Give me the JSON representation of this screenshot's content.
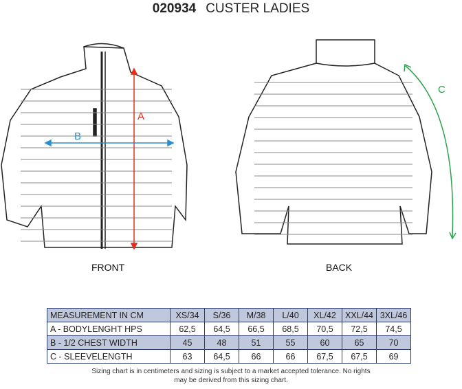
{
  "title": {
    "code": "020934",
    "name": "CUSTER LADIES"
  },
  "views": {
    "front": "FRONT",
    "back": "BACK"
  },
  "markers": {
    "a": "A",
    "b": "B",
    "c": "C"
  },
  "colors": {
    "a": "#e0301e",
    "b": "#2a8fd0",
    "c": "#2aa04a",
    "table_shade": "#bfc8dc"
  },
  "table": {
    "header": [
      "MEASUREMENT IN CM",
      "XS/34",
      "S/36",
      "M/38",
      "L/40",
      "XL/42",
      "XXL/44",
      "3XL/46"
    ],
    "rows": [
      {
        "label": "A - BODYLENGHT HPS",
        "values": [
          "62,5",
          "64,5",
          "66,5",
          "68,5",
          "70,5",
          "72,5",
          "74,5"
        ]
      },
      {
        "label": "B - 1/2 CHEST WIDTH",
        "values": [
          "45",
          "48",
          "51",
          "55",
          "60",
          "65",
          "70"
        ]
      },
      {
        "label": "C - SLEEVELENGTH",
        "values": [
          "63",
          "64,5",
          "66",
          "66",
          "67,5",
          "67,5",
          "69"
        ]
      }
    ]
  },
  "note": [
    "Sizing chart is in centimeters and sizing is subject to a market accepted tolerance. No rights",
    "may be derived from this sizing chart."
  ]
}
